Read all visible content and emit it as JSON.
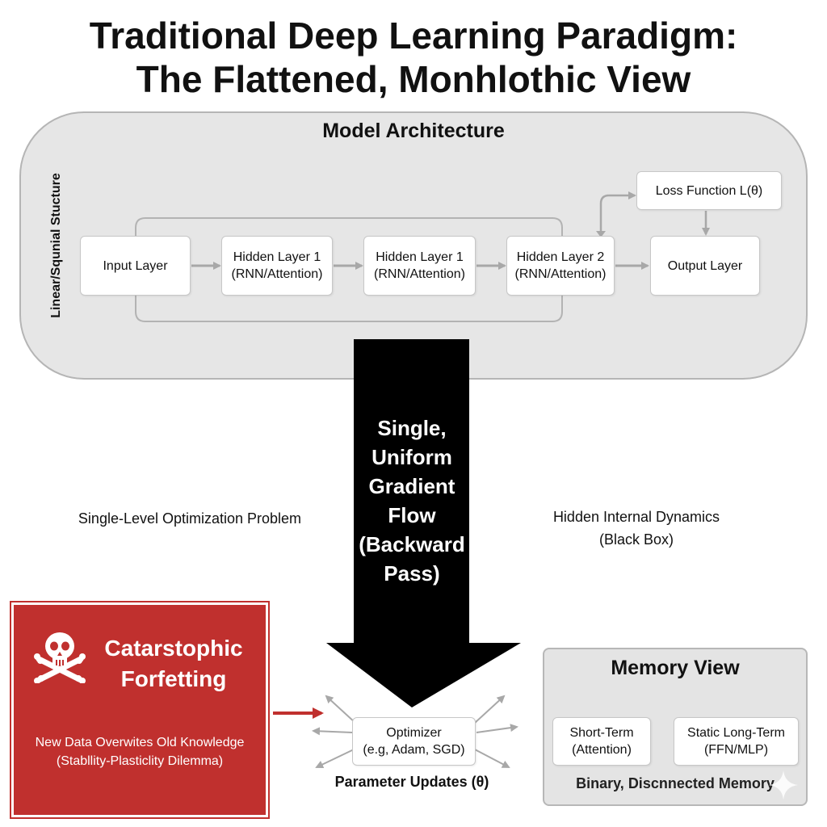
{
  "title": {
    "line1": "Traditional Deep Learning Paradigm:",
    "line2": "The Flattened, Monhlothic View"
  },
  "architecture": {
    "title": "Model Architecture",
    "vertical_label": "Linear/Squnial Stucture",
    "layers": [
      {
        "line1": "Input Layer",
        "line2": ""
      },
      {
        "line1": "Hidden Layer 1",
        "line2": "(RNN/Attention)"
      },
      {
        "line1": "Hidden Layer 1",
        "line2": "(RNN/Attention)"
      },
      {
        "line1": "Hidden Layer 2",
        "line2": "(RNN/Attention)"
      },
      {
        "line1": "Output Layer",
        "line2": ""
      }
    ],
    "loss_function": "Loss Function L(θ)"
  },
  "gradient_flow": {
    "lines": [
      "Single,",
      "Uniform",
      "Gradient",
      "Flow",
      "(Backward",
      "Pass)"
    ]
  },
  "side_labels": {
    "left": "Single-Level Optimization Problem",
    "right_line1": "Hidden Internal Dynamics",
    "right_line2": "(Black Box)"
  },
  "catastrophic": {
    "icon": "skull-crossbones-icon",
    "title_line1": "Catarstophic",
    "title_line2": "Forfetting",
    "sub_line1": "New Data Overwites Old Knowledge",
    "sub_line2": "(Stabllity-Plasticlity Dilemma)",
    "color": "#c0302e"
  },
  "optimizer": {
    "line1": "Optimizer",
    "line2": "(e.g, Adam, SGD)",
    "caption": "Parameter Updates (θ)"
  },
  "memory": {
    "title": "Memory View",
    "short_term_line1": "Short-Term",
    "short_term_line2": "(Attention)",
    "long_term_line1": "Static Long-Term",
    "long_term_line2": "(FFN/MLP)",
    "caption": "Binary, Discnnected Memory"
  }
}
